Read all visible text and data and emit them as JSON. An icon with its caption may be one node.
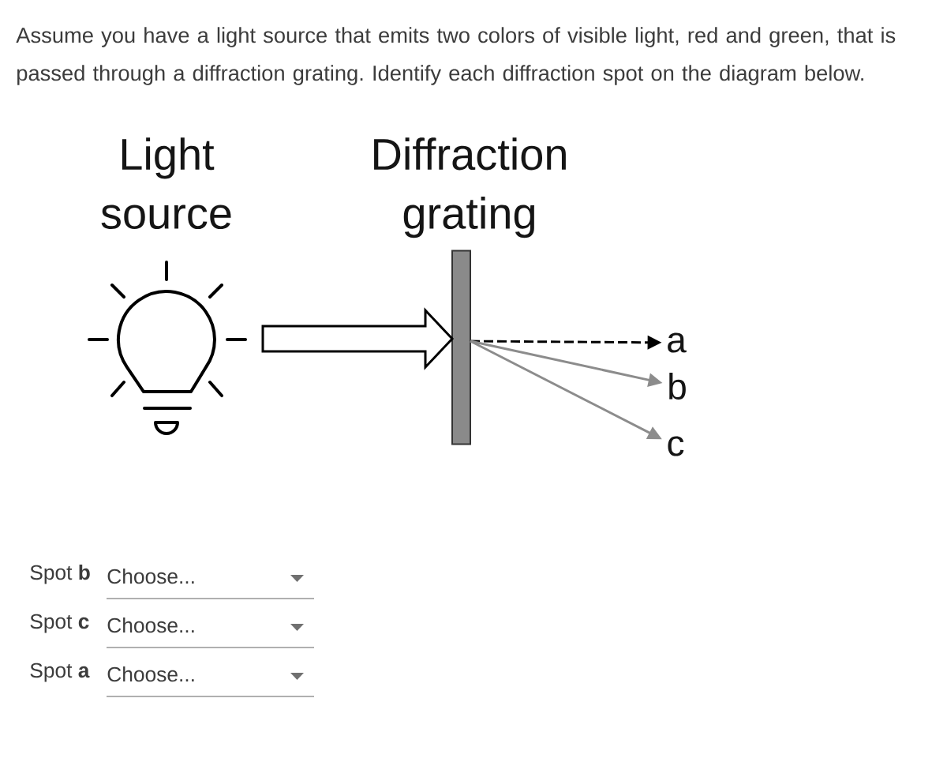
{
  "diagram": {
    "title": "Assume you have a light source that emits two colors of visible light, red and green, that is passed through a diffraction grating. Identify each diffraction spot on the diagram below.",
    "nodes": [
      {
        "text": [
          "Light source"
        ]
      },
      {
        "text": [
          "Diffraction grating"
        ]
      },
      {
        "text": [
          "a"
        ]
      },
      {
        "text": [
          "b"
        ]
      },
      {
        "text": [
          "c"
        ]
      }
    ],
    "edges": [
      {
        "from": 0,
        "to": 1,
        "arrow": "to",
        "style": "thick",
        "color": "#000000"
      },
      {
        "from": 1,
        "to": 2,
        "arrow": "to",
        "style": "dashed",
        "color": "#000000"
      },
      {
        "from": 1,
        "to": 3,
        "arrow": "to",
        "color": "#8c8c8c"
      },
      {
        "from": 1,
        "to": 4,
        "arrow": "to",
        "color": "#8c8c8c"
      }
    ],
    "labels": [
      "Spot **b**",
      "Choose...",
      "Spot **c**",
      "Choose...",
      "Spot **a**",
      "Choose..."
    ]
  }
}
